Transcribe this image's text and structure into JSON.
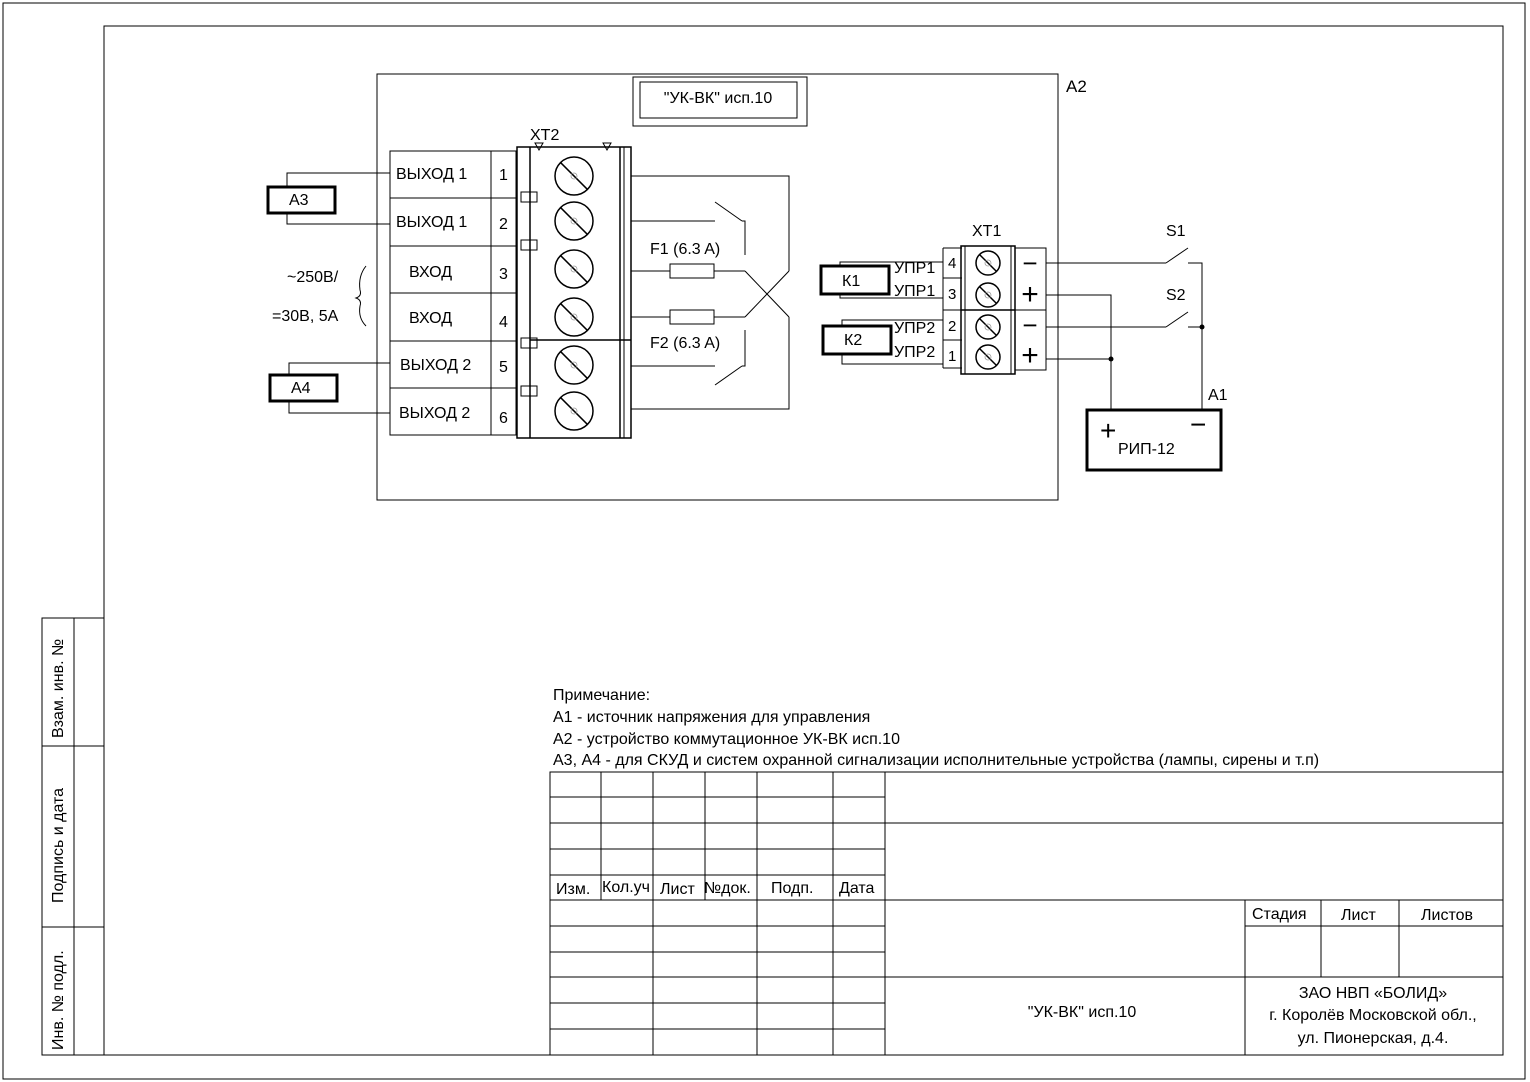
{
  "device": {
    "module_ref": "A2",
    "title": "\"УК-ВК\" исп.10"
  },
  "connector_xt2": {
    "label": "XT2",
    "terminals": [
      {
        "num": "1",
        "label": "ВЫХОД 1"
      },
      {
        "num": "2",
        "label": "ВЫХОД 1"
      },
      {
        "num": "3",
        "label": "ВХОД"
      },
      {
        "num": "4",
        "label": "ВХОД"
      },
      {
        "num": "5",
        "label": "ВЫХОД 2"
      },
      {
        "num": "6",
        "label": "ВЫХОД 2"
      }
    ]
  },
  "connector_xt1": {
    "label": "XT1",
    "terminals": [
      {
        "num": "4",
        "label": "УПР1",
        "polarity": "−"
      },
      {
        "num": "3",
        "label": "УПР1",
        "polarity": "+"
      },
      {
        "num": "2",
        "label": "УПР2",
        "polarity": "−"
      },
      {
        "num": "1",
        "label": "УПР2",
        "polarity": "+"
      }
    ]
  },
  "fuses": [
    "F1 (6.3 A)",
    "F2 (6.3 A)"
  ],
  "rating": [
    "~250В/",
    "=30В, 5А"
  ],
  "loads": [
    "А3",
    "А4"
  ],
  "relays": [
    "К1",
    "К2"
  ],
  "switches": [
    "S1",
    "S2"
  ],
  "power_supply": {
    "ref": "А1",
    "label": "РИП-12",
    "plus": "+",
    "minus": "−"
  },
  "notes": {
    "heading": "Примечание:",
    "lines": [
      "А1 - источник напряжения для управления",
      "А2 - устройство коммутационное УК-ВК исп.10",
      "А3, А4 - для СКУД и систем охранной сигнализации исполнительные устройства (лампы, сирены и т.п)"
    ]
  },
  "side_stamps": [
    "Взам. инв. №",
    "Подпись и дата",
    "Инв. № подл."
  ],
  "title_block": {
    "columns": [
      "Изм.",
      "Кол.уч",
      "Лист",
      "№док.",
      "Подп.",
      "Дата"
    ],
    "stage_headers": [
      "Стадия",
      "Лист",
      "Листов"
    ],
    "doc_name": "\"УК-ВК\" исп.10",
    "company": [
      "ЗАО НВП «БОЛИД»",
      "г. Королёв Московской обл.,",
      "ул. Пионерская, д.4."
    ]
  }
}
